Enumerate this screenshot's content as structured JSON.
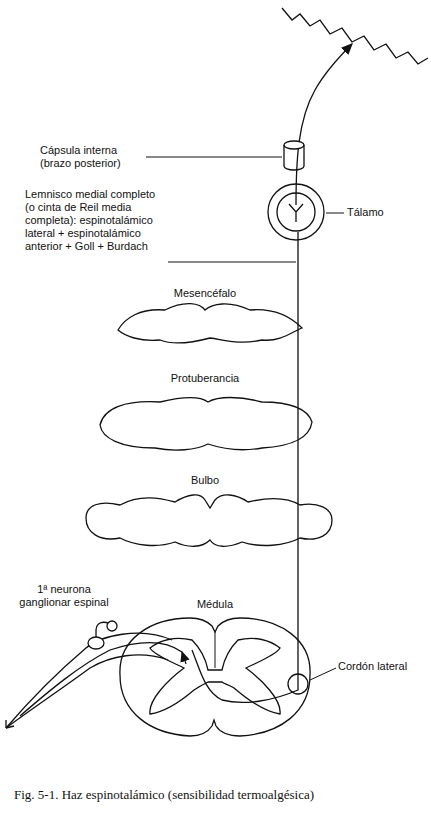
{
  "diagram": {
    "caption": "Fig. 5-1. Haz espinotalámico (sensibilidad termoalgésica)",
    "labels": [
      "Cápsula interna (brazo posterior)",
      "Tálamo",
      "Lemnisco medial completo (o cinta de Reil media completa): espinotalámico lateral + espinotalámico anterior + Goll + Burdach",
      "Mesencéfalo",
      "Protuberancia",
      "Bulbo",
      "1ª neurona ganglionar espinal",
      "Médula",
      "Cordón lateral"
    ]
  }
}
